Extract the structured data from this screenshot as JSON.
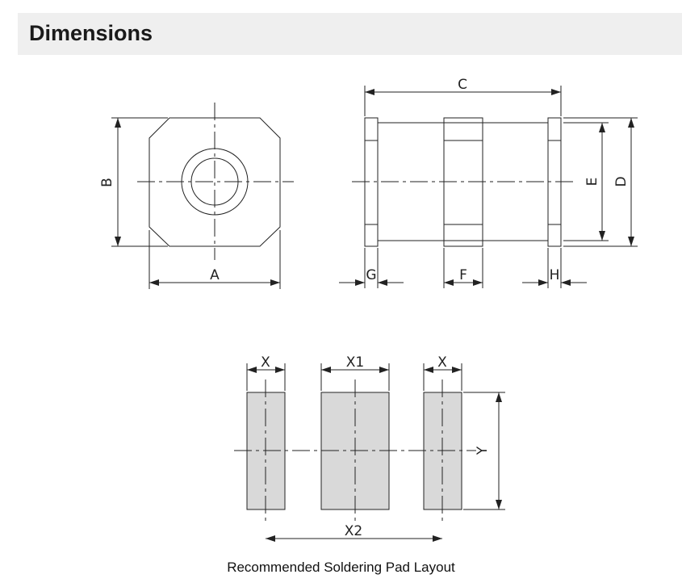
{
  "header": {
    "title": "Dimensions"
  },
  "labels": {
    "A": "A",
    "B": "B",
    "C": "C",
    "D": "D",
    "E": "E",
    "F": "F",
    "G": "G",
    "H": "H",
    "X_left": "X",
    "X1": "X1",
    "X_right": "X",
    "X2": "X2",
    "Y": "Y"
  },
  "caption": "Recommended Soldering Pad Layout",
  "colors": {
    "pad_fill": "#d9d9d9",
    "line": "#222222",
    "header_bg": "#efefef"
  }
}
